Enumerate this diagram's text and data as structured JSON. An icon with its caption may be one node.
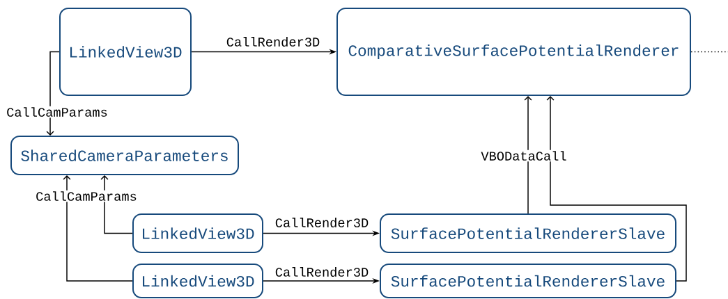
{
  "diagram": {
    "nodes": [
      {
        "text": [
          "LinkedView3D"
        ]
      },
      {
        "text": [
          "ComparativeSurfacePotentialRenderer"
        ]
      },
      {
        "text": [
          "SharedCameraParameters"
        ]
      },
      {
        "text": [
          "LinkedView3D"
        ]
      },
      {
        "text": [
          "SurfacePotentialRendererSlave"
        ]
      },
      {
        "text": [
          "LinkedView3D"
        ]
      },
      {
        "text": [
          "SurfacePotentialRendererSlave"
        ]
      }
    ],
    "edges": [
      {
        "from": 0,
        "to": 1,
        "arrow": "to",
        "label": "CallRender3D"
      },
      {
        "from": 0,
        "to": 2,
        "arrow": "to",
        "label": "CallCamParams"
      },
      {
        "from": 3,
        "to": 2,
        "arrow": "to",
        "label": "CallCamParams"
      },
      {
        "from": 5,
        "to": 2,
        "arrow": "to"
      },
      {
        "from": 3,
        "to": 4,
        "arrow": "to",
        "label": "CallRender3D"
      },
      {
        "from": 5,
        "to": 6,
        "arrow": "to",
        "label": "CallRender3D"
      },
      {
        "from": 4,
        "to": 1,
        "arrow": "to",
        "label": "VBODataCall"
      },
      {
        "from": 6,
        "to": 1,
        "arrow": "to"
      },
      {
        "from": 1,
        "to": null,
        "arrow": "none",
        "style": "dashed"
      }
    ]
  }
}
